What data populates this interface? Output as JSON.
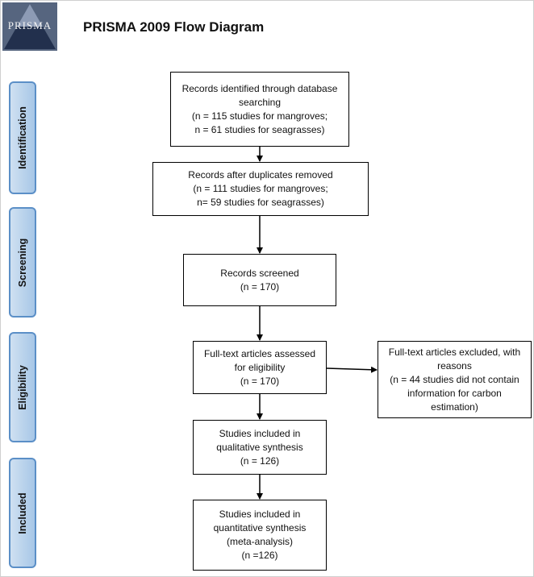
{
  "header": {
    "logo_text": "PRISMA",
    "title": "PRISMA 2009 Flow Diagram"
  },
  "phases": {
    "identification": "Identification",
    "screening": "Screening",
    "eligibility": "Eligibility",
    "included": "Included"
  },
  "boxes": {
    "identified": {
      "line1": "Records identified through database",
      "line2": "searching",
      "line3": "(n = 115 studies for mangroves;",
      "line4": "n = 61 studies for seagrasses)"
    },
    "deduplicated": {
      "line1": "Records after duplicates removed",
      "line2": "(n = 111 studies for mangroves;",
      "line3": "n= 59 studies for seagrasses)"
    },
    "screened": {
      "line1": "Records screened",
      "line2": "(n = 170)"
    },
    "fulltext": {
      "line1": "Full-text articles assessed",
      "line2": "for eligibility",
      "line3": "(n = 170)"
    },
    "excluded": {
      "line1": "Full-text articles excluded, with",
      "line2": "reasons",
      "line3": "(n = 44 studies did not contain",
      "line4": "information for carbon",
      "line5": "estimation)"
    },
    "qualitative": {
      "line1": "Studies included in",
      "line2": "qualitative synthesis",
      "line3": "(n = 126)"
    },
    "quantitative": {
      "line1": "Studies included in",
      "line2": "quantitative synthesis",
      "line3": "(meta-analysis)",
      "line4": "(n =126)"
    }
  }
}
